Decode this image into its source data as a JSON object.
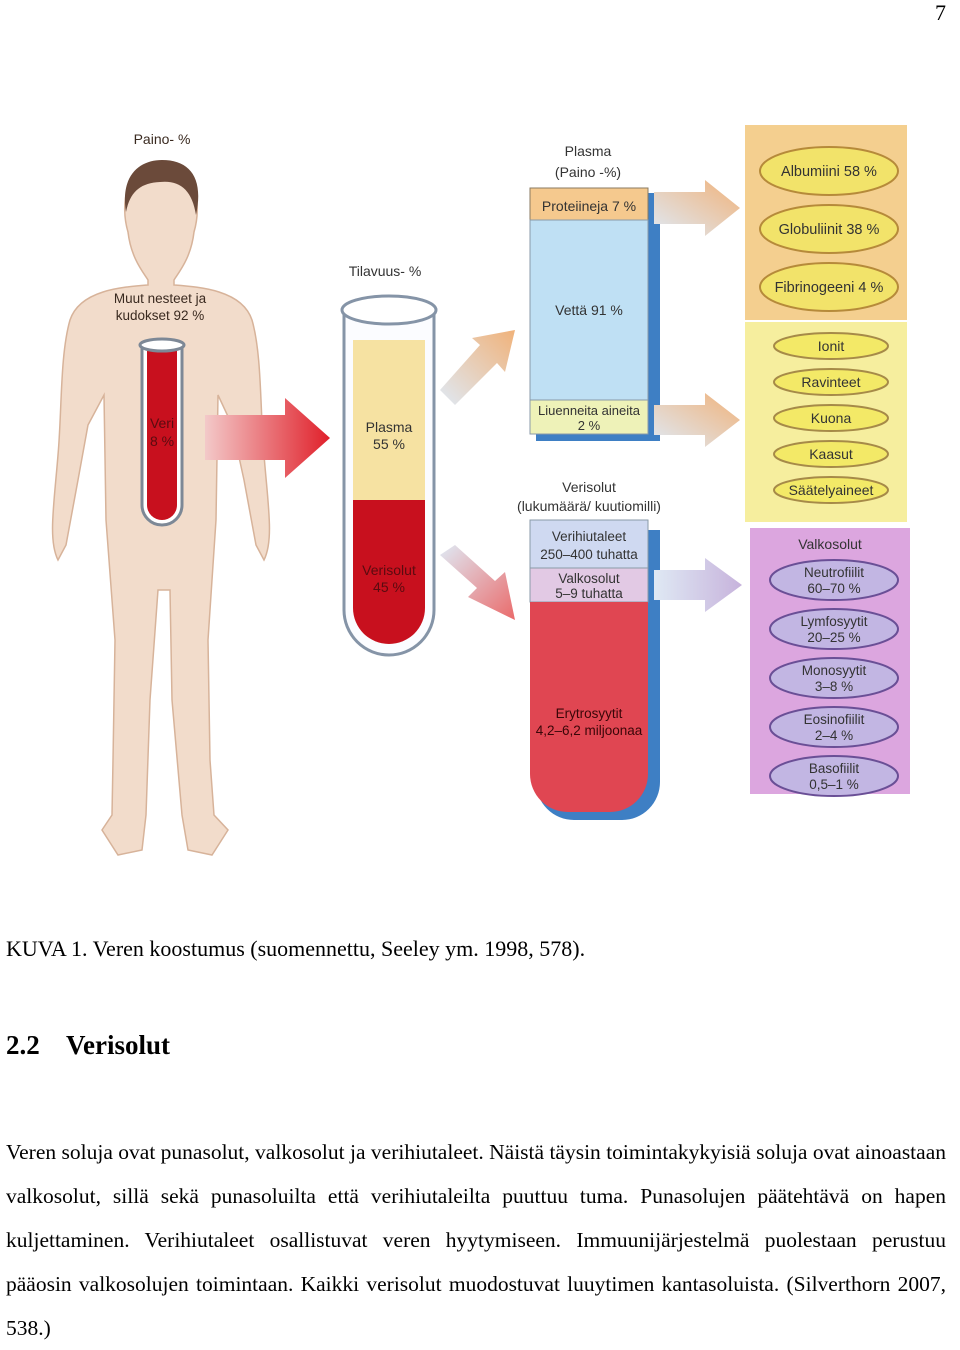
{
  "page_number": "7",
  "figure": {
    "label_weight": "Paino- %",
    "label_other": [
      "Muut nesteet ja",
      "kudokset 92 %"
    ],
    "label_blood": [
      "Veri",
      "8 %"
    ],
    "label_volume": "Tilavuus- %",
    "label_plasma_tube": [
      "Plasma",
      "55 %"
    ],
    "label_cells_tube": [
      "Verisolut",
      "45 %"
    ],
    "label_plasma_header": [
      "Plasma",
      "(Paino -%)"
    ],
    "label_proteins": "Proteiineja 7 %",
    "label_water": "Vettä 91 %",
    "label_dissolved": [
      "Liuenneita aineita",
      "2 %"
    ],
    "label_cells_header": [
      "Verisolut",
      "(lukumäärä/ kuutiomilli)"
    ],
    "label_platelets": [
      "Verihiutaleet",
      "250–400 tuhatta"
    ],
    "label_wbc": [
      "Valkosolut",
      "5–9 tuhatta"
    ],
    "label_rbc": [
      "Erytrosyytit",
      "4,2–6,2 miljoonaa"
    ],
    "proteins": [
      "Albumiini 58 %",
      "Globuliinit 38 %",
      "Fibrinogeeni 4 %"
    ],
    "solutes": [
      "Ionit",
      "Ravinteet",
      "Kuona",
      "Kaasut",
      "Säätelyaineet"
    ],
    "wbc_title": "Valkosolut",
    "wbc_types": [
      [
        "Neutrofiilit",
        "60–70 %"
      ],
      [
        "Lymfosyytit",
        "20–25 %"
      ],
      [
        "Monosyytit",
        "3–8 %"
      ],
      [
        "Eosinofiilit",
        "2–4 %"
      ],
      [
        "Basofiilit",
        "0,5–1 %"
      ]
    ]
  },
  "caption": "KUVA 1. Veren koostumus (suomennettu, Seeley ym. 1998, 578).",
  "heading": {
    "number": "2.2",
    "title": "Verisolut"
  },
  "paragraph": "Veren soluja ovat punasolut, valkosolut ja verihiutaleet. Näistä täysin toimintakykyisiä soluja ovat ainoastaan valkosolut, sillä sekä punasoluilta että verihiutaleilta puuttuu tuma. Punasolujen päätehtävä on hapen kuljettaminen. Verihiutaleet osallistuvat veren hyytymiseen. Immuunijärjestelmä puolestaan perustuu pääosin valkosolujen toimintaan. Kaikki verisolut muodostuvat luuytimen kantasoluista. (Silverthorn 2007, 538.)"
}
